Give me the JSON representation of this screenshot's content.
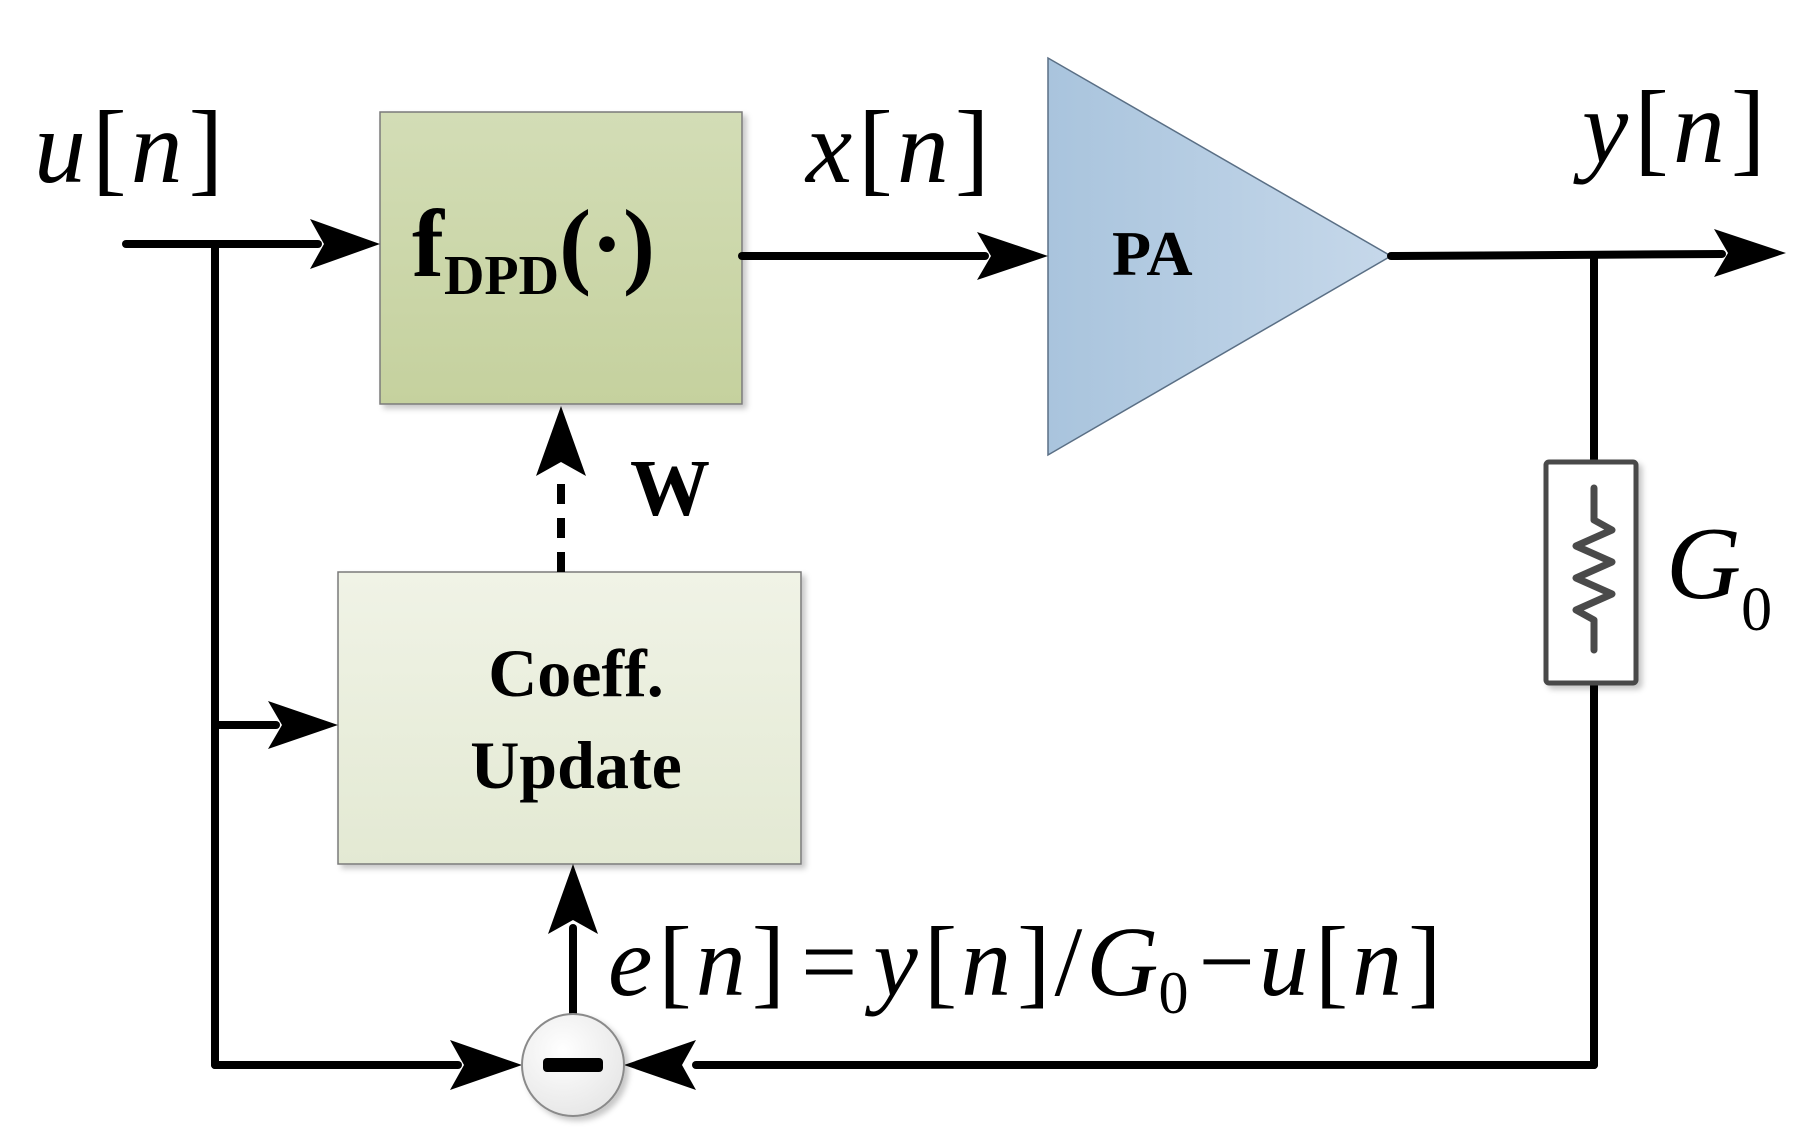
{
  "signals": {
    "u_var": "u",
    "x_var": "x",
    "y_var": "y",
    "n": "n",
    "bracket_open": "[",
    "bracket_close": "]"
  },
  "blocks": {
    "dpd_f": "f",
    "dpd_sub": "DPD",
    "dpd_arg": "(·)",
    "pa": "PA",
    "coeff_line1": "Coeff.",
    "coeff_line2": "Update"
  },
  "labels": {
    "w": "W",
    "g": "G",
    "g_sub": "0"
  },
  "equation": {
    "e": "e",
    "eq": "=",
    "slash": "/",
    "minus": "−"
  },
  "colors": {
    "dpd_fill_top": "#d3ddb6",
    "dpd_fill_bottom": "#c5d19e",
    "coeff_fill_top": "#f0f3e6",
    "coeff_fill_bottom": "#e3e9d3",
    "pa_fill_left": "#a9c4dd",
    "pa_fill_right": "#c6d8ea",
    "line": "#000000"
  }
}
